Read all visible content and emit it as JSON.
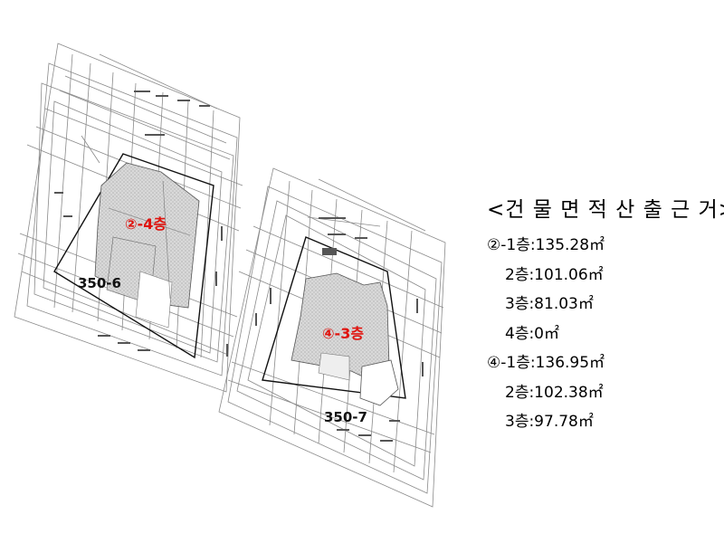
{
  "page": {
    "heading": "<건 물 면 적 산 출 근 거>"
  },
  "plans": [
    {
      "lot_label": "350-6",
      "building_label": "②-4층"
    },
    {
      "lot_label": "350-7",
      "building_label": "④-3층"
    }
  ],
  "area_rows": [
    {
      "text": "②-1층:135.28㎡",
      "style": "first"
    },
    {
      "text": "2층:101.06㎡",
      "style": "indent"
    },
    {
      "text": "3층:81.03㎡",
      "style": "indent"
    },
    {
      "text": "4층:0㎡",
      "style": "indent"
    },
    {
      "text": "④-1층:136.95㎡",
      "style": "first"
    },
    {
      "text": "2층:102.38㎡",
      "style": "indent"
    },
    {
      "text": "3층:97.78㎡",
      "style": "indent"
    }
  ],
  "colors": {
    "building_label": "#e0140f",
    "hatch_fill": "#d4d4d4",
    "line": "#6b6b6b"
  }
}
